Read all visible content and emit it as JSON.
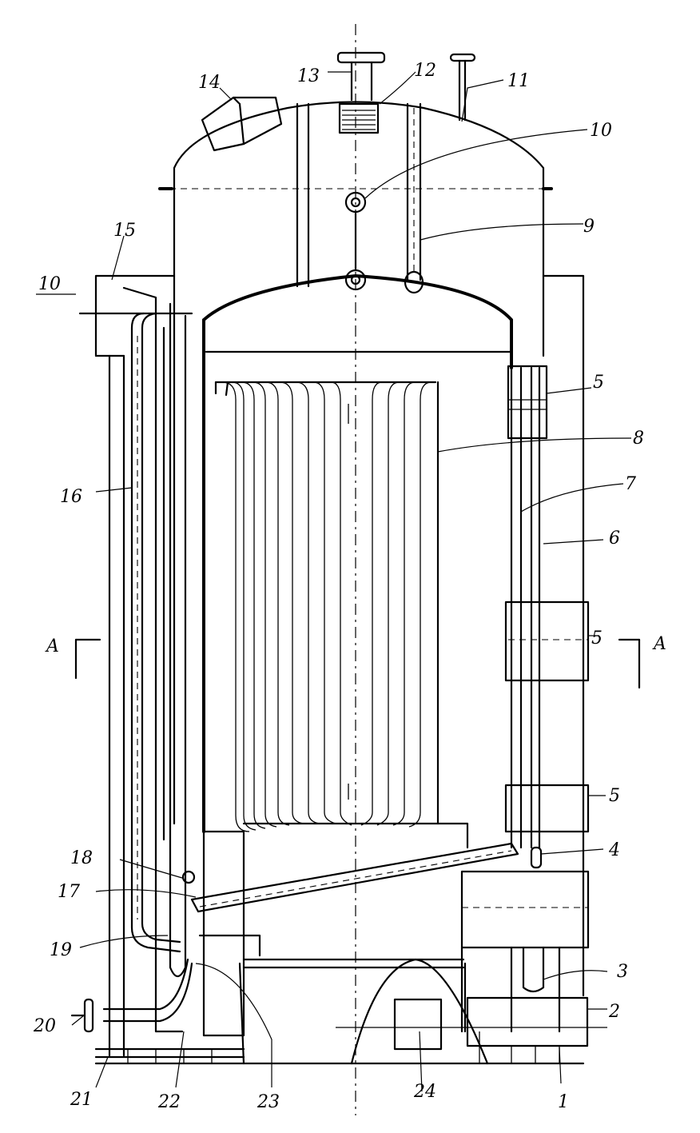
{
  "labels": {
    "l1": "1",
    "l2": "2",
    "l3": "3",
    "l4": "4",
    "l5a": "5",
    "l5b": "5",
    "l5c": "5",
    "l6": "6",
    "l7": "7",
    "l8": "8",
    "l9": "9",
    "l10": "10",
    "l11": "11",
    "l12": "12",
    "l13": "13",
    "l14": "14",
    "l15": "15",
    "l16": "16",
    "l17": "17",
    "l18": "18",
    "l19": "19",
    "l20": "20",
    "l21": "21",
    "l22": "22",
    "l23": "23",
    "l24": "24",
    "section_left": "A",
    "section_right": "A",
    "top_mark": "10"
  }
}
